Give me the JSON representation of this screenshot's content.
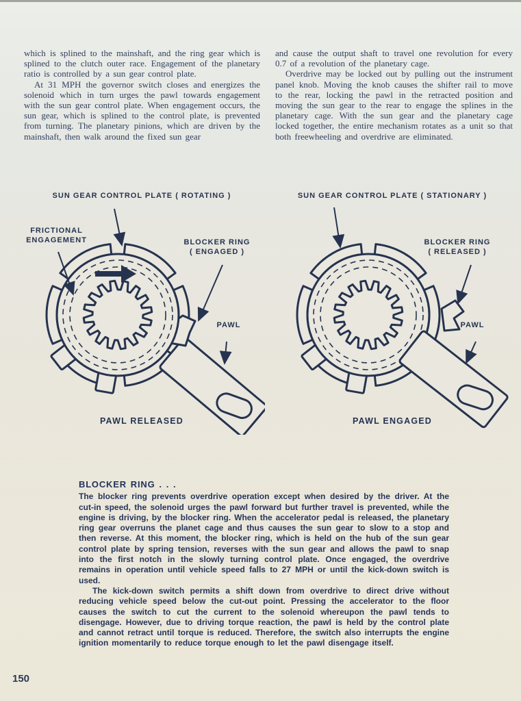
{
  "page": {
    "number": "150"
  },
  "columns": {
    "left": {
      "p1": "which is splined to the mainshaft, and the ring gear which is splined to the clutch outer race.  Engagement of the planetary ratio is controlled by a sun gear control plate.",
      "p2": "At 31 MPH the governor switch closes and energizes the solenoid which in turn urges the pawl towards engagement with the sun gear control plate. When engagement occurs, the sun gear, which is splined to the control plate, is prevented from turning.  The planetary pinions, which are driven by the mainshaft, then walk around the fixed sun gear"
    },
    "right": {
      "p1": "and cause the output shaft to travel one revolution for every 0.7 of a revolution of the planetary cage.",
      "p2": "Overdrive may be locked out by pulling out the instrument panel knob.  Moving the knob causes the shifter rail to move to the rear, locking the pawl in the retracted position and moving the sun gear to the rear to engage the splines in the planetary cage.  With the sun gear and the planetary cage locked together, the entire mechanism rotates as a unit so that both freewheeling and overdrive are eliminated."
    }
  },
  "figures": {
    "left": {
      "label_control_plate": "SUN GEAR CONTROL PLATE ( ROTATING )",
      "label_frictional_1": "FRICTIONAL",
      "label_frictional_2": "ENGAGEMENT",
      "label_blocker_1": "BLOCKER RING",
      "label_blocker_2": "( ENGAGED )",
      "label_pawl": "PAWL",
      "caption": "PAWL RELEASED"
    },
    "right": {
      "label_control_plate": "SUN GEAR CONTROL PLATE ( STATIONARY )",
      "label_blocker_1": "BLOCKER RING",
      "label_blocker_2": "( RELEASED )",
      "label_pawl": "PAWL",
      "caption": "PAWL ENGAGED"
    }
  },
  "section": {
    "heading": "BLOCKER RING . . .",
    "p1": "The blocker ring prevents overdrive operation except when desired by the driver. At the cut-in speed, the solenoid urges the pawl forward but further travel is prevented, while the engine is driving, by the blocker ring. When the accelerator pedal is released, the planetary ring gear overruns the planet cage and thus causes the sun gear to slow to a stop and then reverse. At this moment, the blocker ring, which is held on the hub of the sun gear control plate by spring tension, reverses with the sun gear and allows the pawl to snap into the first notch in the slowly turning control plate. Once engaged, the overdrive remains in operation until vehicle speed falls to 27 MPH or until the kick-down switch is used.",
    "p2": "The kick-down switch permits a shift down from overdrive to direct drive without reducing vehicle speed below the cut-out point. Pressing the accelerator to the floor causes the switch to cut the current to the solenoid whereupon the pawl tends to disengage. However, due to driving torque reaction, the pawl is held by the control plate and cannot retract until torque is reduced. Therefore, the switch also interrupts the engine ignition momentarily to reduce torque enough to let the pawl disengage itself."
  },
  "colors": {
    "ink": "#26334f",
    "paper": "#e9e7de"
  }
}
